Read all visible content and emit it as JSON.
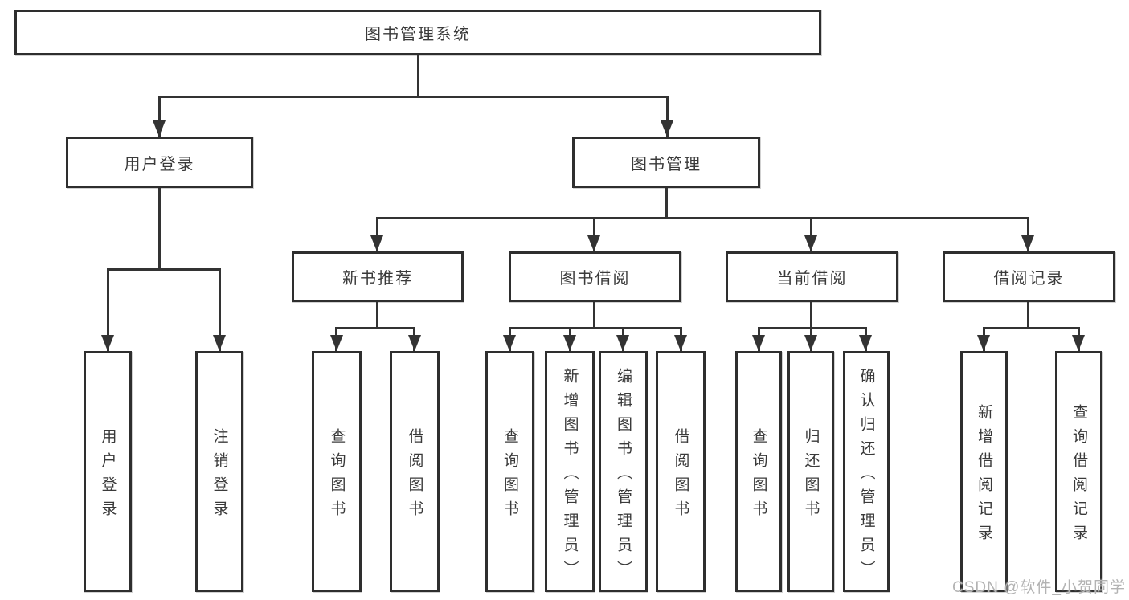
{
  "diagram_type": "tree",
  "tree": {
    "root": {
      "label": "图书管理系统",
      "children": [
        {
          "label": "用户登录",
          "children": [
            {
              "label": "用户登录"
            },
            {
              "label": "注销登录"
            }
          ]
        },
        {
          "label": "图书管理",
          "children": [
            {
              "label": "新书推荐",
              "children": [
                {
                  "label": "查询图书"
                },
                {
                  "label": "借阅图书"
                }
              ]
            },
            {
              "label": "图书借阅",
              "children": [
                {
                  "label": "查询图书"
                },
                {
                  "label": "新增图书（管理员）"
                },
                {
                  "label": "编辑图书（管理员）"
                },
                {
                  "label": "借阅图书"
                }
              ]
            },
            {
              "label": "当前借阅",
              "children": [
                {
                  "label": "查询图书"
                },
                {
                  "label": "归还图书"
                },
                {
                  "label": "确认归还（管理员）"
                }
              ]
            },
            {
              "label": "借阅记录",
              "children": [
                {
                  "label": "新增借阅记录"
                },
                {
                  "label": "查询借阅记录"
                }
              ]
            }
          ]
        }
      ]
    }
  },
  "watermark": "CSDN @软件_小贺同学",
  "colors": {
    "line": "#333333",
    "box_border": "#2e2e2e",
    "text": "#3a3a3a",
    "watermark": "#b3b3b3",
    "background": "#ffffff"
  }
}
